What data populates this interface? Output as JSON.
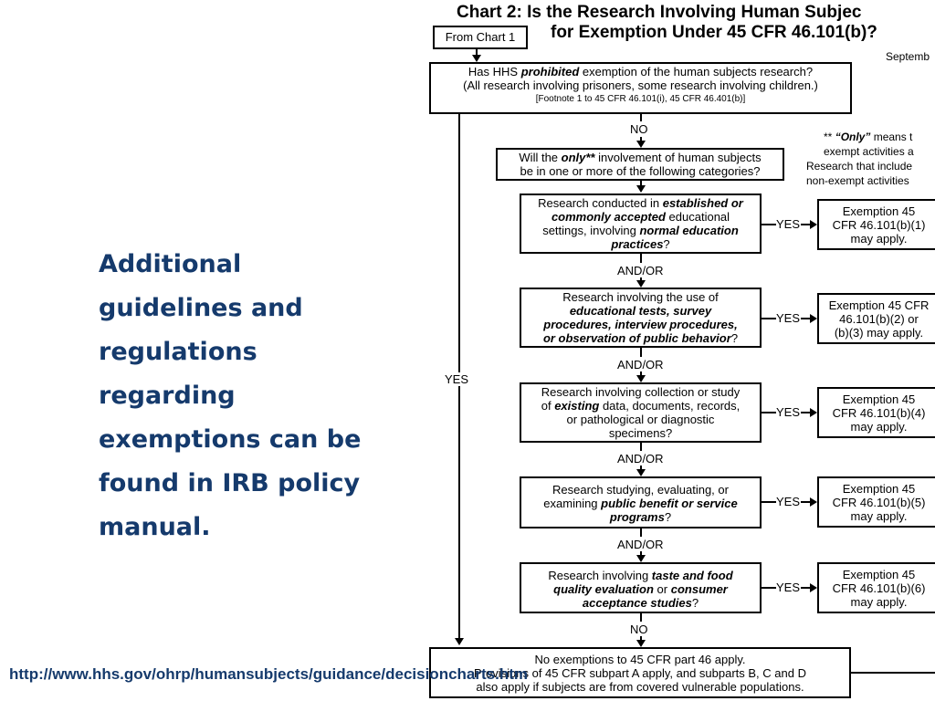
{
  "slide": {
    "side_text": "Additional guidelines and regulations regarding exemptions can be found in IRB policy manual.",
    "source_url": "http://www.hhs.gov/ohrp/humansubjects/guidance/decisioncharts.htm",
    "accent_color": "#153A6C"
  },
  "flowchart": {
    "title_line1": "Chart 2:  Is the Research Involving Human Subjec",
    "title_line2": "for Exemption Under 45 CFR 46.101(b)?",
    "date_fragment": "Septemb",
    "from_label": "From Chart 1",
    "q1": {
      "pre": "Has HHS ",
      "em": "prohibited",
      "post": " exemption of the human subjects research?",
      "line2": "(All research involving prisoners, some research involving children.)",
      "footnote": "[Footnote 1 to 45 CFR 46.101(i), 45 CFR 46.401(b)]"
    },
    "no_label": "NO",
    "yes_label": "YES",
    "q2": {
      "pre": "Will the ",
      "em": "only**",
      "post": " involvement of human subjects",
      "line2": "be in one or more of the following categories?"
    },
    "footnote": {
      "marker": "** ",
      "em": "“Only”",
      "line1_post": " means t",
      "line2": "exempt activities a",
      "line3": "Research that include",
      "line4": "non-exempt activities"
    },
    "and_or": "AND/OR",
    "cat1": {
      "l1_pre": "Research conducted in ",
      "l1_em": "established or",
      "l2_em": "commonly accepted",
      "l2_post": " educational",
      "l3_pre": "settings, involving ",
      "l3_em": "normal education",
      "l4_em": "practices",
      "l4_post": "?"
    },
    "cat2": {
      "l1": "Research involving the use of",
      "l2_em": "educational tests, survey",
      "l3_em": "procedures, interview procedures,",
      "l4_em": "or observation of public behavior",
      "l4_post": "?"
    },
    "cat3": {
      "l1": "Research involving collection or study",
      "l2_pre": "of ",
      "l2_em": "existing",
      "l2_post": " data, documents, records,",
      "l3": "or pathological or diagnostic",
      "l4": "specimens?"
    },
    "cat4": {
      "l1": "Research studying, evaluating, or",
      "l2_pre": "examining ",
      "l2_em": "public benefit or service",
      "l3_em": "programs",
      "l3_post": "?"
    },
    "cat5": {
      "l1_pre": "Research involving ",
      "l1_em": "taste and food",
      "l2_em": "quality evaluation",
      "l2_post": " or ",
      "l2_em2": "consumer",
      "l3_em": "acceptance studies",
      "l3_post": "?"
    },
    "ex1": {
      "l1": "Exemption 45",
      "l2": "CFR 46.101(b)(1)",
      "l3": "may apply."
    },
    "ex2": {
      "l1": "Exemption 45 CFR",
      "l2": "46.101(b)(2) or",
      "l3": "(b)(3) may apply."
    },
    "ex3": {
      "l1": "Exemption 45",
      "l2": "CFR 46.101(b)(4)",
      "l3": "may apply."
    },
    "ex4": {
      "l1": "Exemption 45",
      "l2": "CFR 46.101(b)(5)",
      "l3": "may apply."
    },
    "ex5": {
      "l1": "Exemption 45",
      "l2": "CFR 46.101(b)(6)",
      "l3": "may apply."
    },
    "final": {
      "l1": "No exemptions to 45 CFR part 46 apply.",
      "l2": "Provisions of 45 CFR subpart  A apply, and subparts B, C and D",
      "l3": "also apply if subjects are from covered vulnerable populations."
    }
  }
}
